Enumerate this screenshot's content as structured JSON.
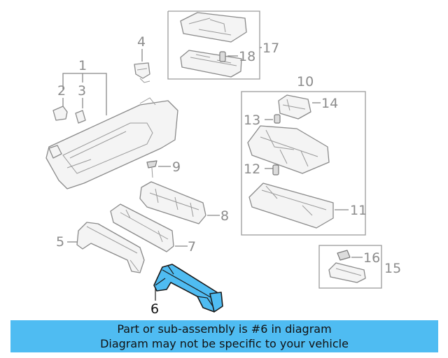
{
  "callouts": {
    "c1": "1",
    "c2": "2",
    "c3": "3",
    "c4": "4",
    "c5": "5",
    "c6": "6",
    "c7": "7",
    "c8": "8",
    "c9": "9",
    "c10": "10",
    "c11": "11",
    "c12": "12",
    "c13": "13",
    "c14": "14",
    "c15": "15",
    "c16": "16",
    "c17": "17",
    "c18": "18"
  },
  "banner": {
    "line1": "Part or sub-assembly is #6 in diagram",
    "line2": "Diagram may not be specific to your vehicle"
  },
  "colors": {
    "highlight": "#4fbcf2",
    "line_art": "#8a8a8a",
    "banner_bg": "#4fbcf2"
  }
}
